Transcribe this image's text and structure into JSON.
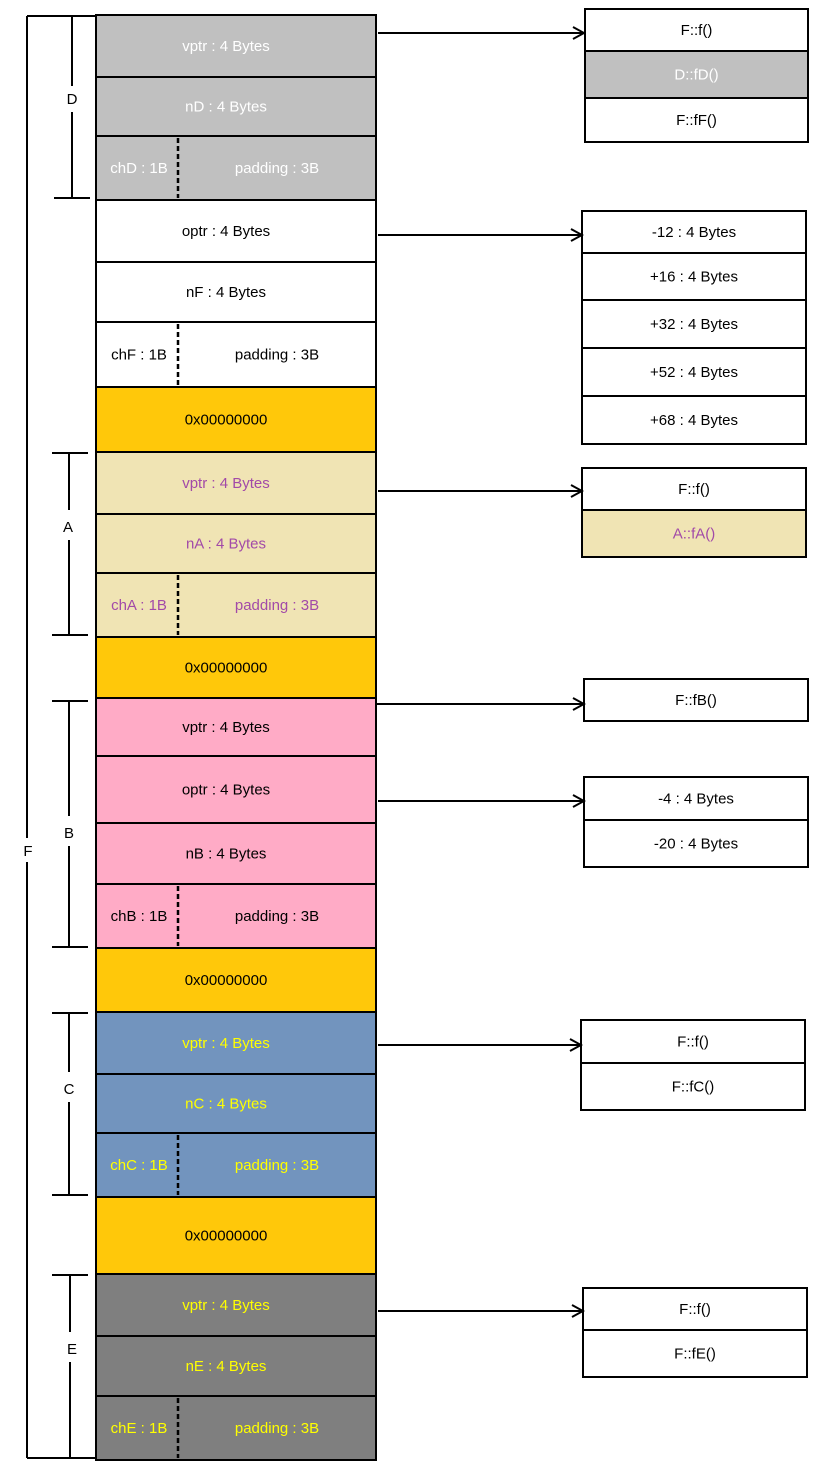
{
  "colors": {
    "D": "#c0c0c0",
    "F": "#ffffff",
    "pad": "#ffc80a",
    "A": "#f0e4b4",
    "B": "#ffabc6",
    "C": "#7294be",
    "E": "#7f7f7f",
    "text_white": "#ffffff",
    "text_black": "#000000",
    "text_purple": "#a24aa8",
    "text_yellow": "#ffff00",
    "text_gray": "#e6e6e6"
  },
  "brackets": {
    "F": "F",
    "D": "D",
    "A": "A",
    "B": "B",
    "C": "C",
    "E": "E"
  },
  "memory": [
    {
      "id": "d-vptr",
      "text": "vptr : 4 Bytes",
      "color": "D",
      "text_color": "text_white"
    },
    {
      "id": "d-nd",
      "text": "nD : 4 Bytes",
      "color": "D",
      "text_color": "text_white"
    },
    {
      "id": "d-ch",
      "split": true,
      "left": "chD : 1B",
      "right": "padding : 3B",
      "color": "D",
      "text_color": "text_white"
    },
    {
      "id": "f-optr",
      "text": "optr : 4 Bytes",
      "color": "F",
      "text_color": "text_black"
    },
    {
      "id": "f-nf",
      "text": "nF : 4 Bytes",
      "color": "F",
      "text_color": "text_black"
    },
    {
      "id": "f-ch",
      "split": true,
      "left": "chF : 1B",
      "right": "padding : 3B",
      "color": "F",
      "text_color": "text_black"
    },
    {
      "id": "pad-1",
      "text": "0x00000000",
      "color": "pad",
      "text_color": "text_black"
    },
    {
      "id": "a-vptr",
      "text": "vptr : 4 Bytes",
      "color": "A",
      "text_color": "text_purple"
    },
    {
      "id": "a-na",
      "text": "nA : 4 Bytes",
      "color": "A",
      "text_color": "text_purple"
    },
    {
      "id": "a-ch",
      "split": true,
      "left": "chA : 1B",
      "right": "padding : 3B",
      "color": "A",
      "text_color": "text_purple"
    },
    {
      "id": "pad-2",
      "text": "0x00000000",
      "color": "pad",
      "text_color": "text_black"
    },
    {
      "id": "b-vptr",
      "text": "vptr : 4 Bytes",
      "color": "B",
      "text_color": "text_black"
    },
    {
      "id": "b-optr",
      "text": "optr : 4 Bytes",
      "color": "B",
      "text_color": "text_black"
    },
    {
      "id": "b-nb",
      "text": "nB : 4 Bytes",
      "color": "B",
      "text_color": "text_black"
    },
    {
      "id": "b-ch",
      "split": true,
      "left": "chB : 1B",
      "right": "padding : 3B",
      "color": "B",
      "text_color": "text_black"
    },
    {
      "id": "pad-3",
      "text": "0x00000000",
      "color": "pad",
      "text_color": "text_black"
    },
    {
      "id": "c-vptr",
      "text": "vptr :  4 Bytes",
      "color": "C",
      "text_color": "text_yellow"
    },
    {
      "id": "c-nc",
      "text": "nC : 4 Bytes",
      "color": "C",
      "text_color": "text_yellow"
    },
    {
      "id": "c-ch",
      "split": true,
      "left": "chC : 1B",
      "right": "padding : 3B",
      "color": "C",
      "text_color": "text_yellow"
    },
    {
      "id": "pad-4",
      "text": "0x00000000",
      "color": "pad",
      "text_color": "text_black"
    },
    {
      "id": "e-vptr",
      "text": "vptr : 4 Bytes",
      "color": "E",
      "text_color": "text_yellow"
    },
    {
      "id": "e-ne",
      "text": "nE : 4 Bytes",
      "color": "E",
      "text_color": "text_yellow"
    },
    {
      "id": "e-ch",
      "split": true,
      "left": "chE : 1B",
      "right": "padding : 3B",
      "color": "E",
      "text_color": "text_yellow"
    }
  ],
  "tables": [
    {
      "id": "vtable-d",
      "rows": [
        {
          "text": "F::f()",
          "color": "F",
          "text_color": "text_black"
        },
        {
          "text": "D::fD()",
          "color": "D",
          "text_color": "text_white"
        },
        {
          "text": "F::fF()",
          "color": "F",
          "text_color": "text_black"
        }
      ]
    },
    {
      "id": "offset-table-f",
      "rows": [
        {
          "text": "-12 : 4 Bytes",
          "color": "F",
          "text_color": "text_black"
        },
        {
          "text": "+16 : 4 Bytes",
          "color": "F",
          "text_color": "text_black"
        },
        {
          "text": "+32 : 4 Bytes",
          "color": "F",
          "text_color": "text_black"
        },
        {
          "text": "+52 : 4 Bytes",
          "color": "F",
          "text_color": "text_black"
        },
        {
          "text": "+68 : 4 Bytes",
          "color": "F",
          "text_color": "text_black"
        }
      ]
    },
    {
      "id": "vtable-a",
      "rows": [
        {
          "text": "F::f()",
          "color": "F",
          "text_color": "text_black"
        },
        {
          "text": "A::fA()",
          "color": "A",
          "text_color": "text_purple"
        }
      ]
    },
    {
      "id": "vtable-b",
      "rows": [
        {
          "text": "F::fB()",
          "color": "F",
          "text_color": "text_black"
        }
      ]
    },
    {
      "id": "offset-table-b",
      "rows": [
        {
          "text": "-4 : 4 Bytes",
          "color": "F",
          "text_color": "text_black"
        },
        {
          "text": "-20 : 4 Bytes",
          "color": "F",
          "text_color": "text_black"
        }
      ]
    },
    {
      "id": "vtable-c",
      "rows": [
        {
          "text": "F::f()",
          "color": "F",
          "text_color": "text_black"
        },
        {
          "text": "F::fC()",
          "color": "F",
          "text_color": "text_black"
        }
      ]
    },
    {
      "id": "vtable-e",
      "rows": [
        {
          "text": "F::f()",
          "color": "F",
          "text_color": "text_black"
        },
        {
          "text": "F::fE()",
          "color": "F",
          "text_color": "text_black"
        }
      ]
    }
  ]
}
